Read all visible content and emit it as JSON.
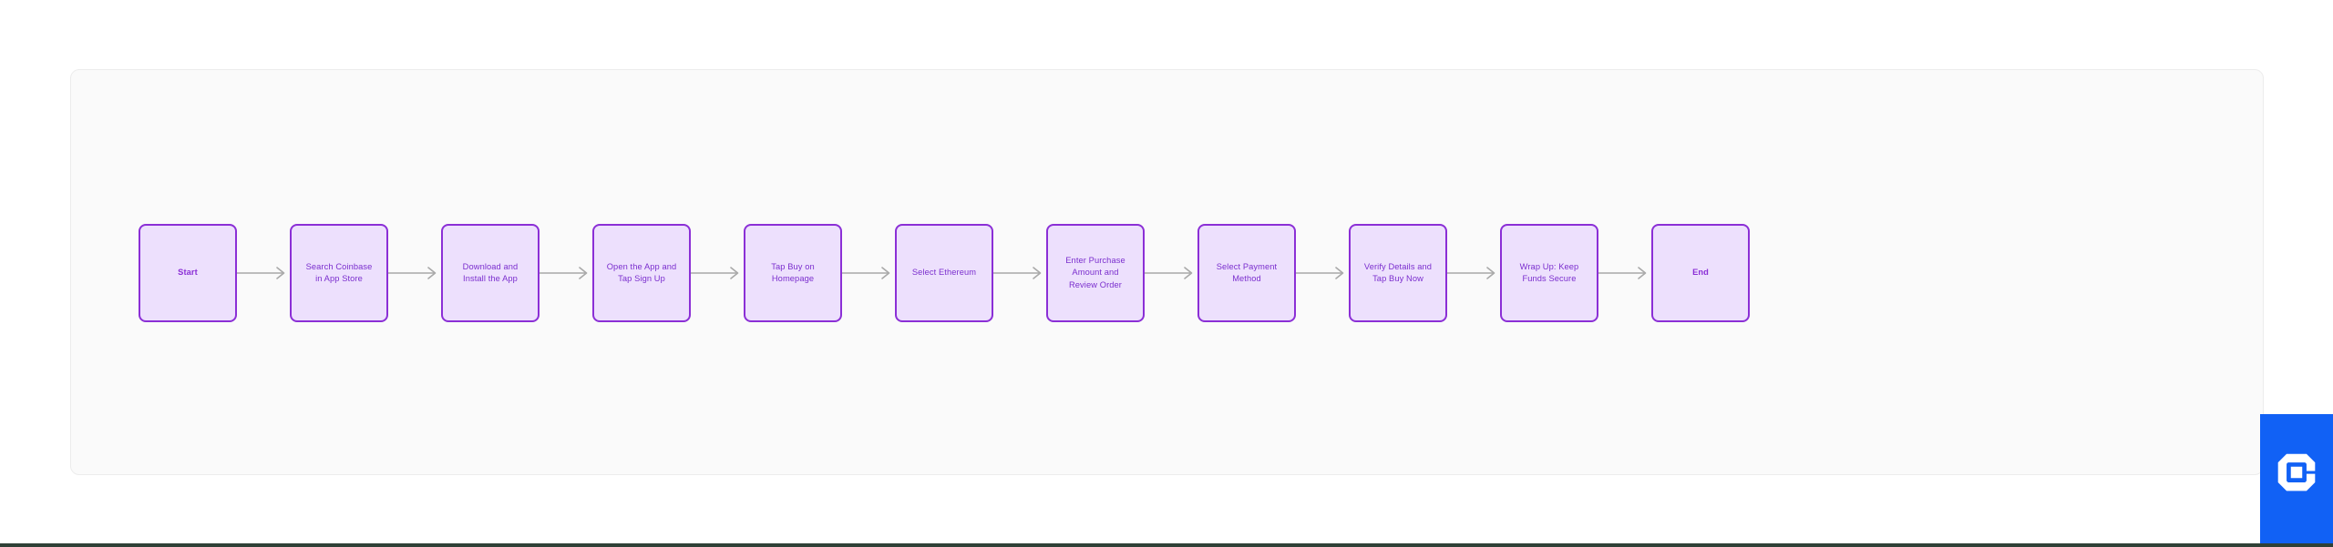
{
  "canvas": {
    "background_color": "#FFFFFF",
    "card_background_color": "#FAFAFA",
    "card_border_color": "#ECECEC",
    "bottom_rule_color": "#2F4036"
  },
  "theme": {
    "node_fill": "#EDE0FD",
    "node_border": "#8B2FD6",
    "node_text": "#7B2FCE",
    "arrow_color": "#A8A8A8",
    "logo_background": "#1161F5",
    "logo_mark_color": "#FFFFFF"
  },
  "diagram": {
    "type": "flowchart",
    "orientation": "left-to-right",
    "nodes": [
      {
        "id": "start",
        "label": "Start",
        "kind": "terminal"
      },
      {
        "id": "search",
        "label": "Search Coinbase\nin App Store",
        "kind": "step"
      },
      {
        "id": "download",
        "label": "Download and\nInstall the App",
        "kind": "step"
      },
      {
        "id": "signup",
        "label": "Open the App and\nTap Sign Up",
        "kind": "step"
      },
      {
        "id": "tap-buy",
        "label": "Tap Buy on\nHomepage",
        "kind": "step"
      },
      {
        "id": "select-eth",
        "label": "Select Ethereum",
        "kind": "step"
      },
      {
        "id": "enter-amount",
        "label": "Enter Purchase\nAmount and\nReview Order",
        "kind": "step"
      },
      {
        "id": "payment",
        "label": "Select Payment\nMethod",
        "kind": "step"
      },
      {
        "id": "verify",
        "label": "Verify Details and\nTap Buy Now",
        "kind": "step"
      },
      {
        "id": "wrap-up",
        "label": "Wrap Up: Keep\nFunds Secure",
        "kind": "step"
      },
      {
        "id": "end",
        "label": "End",
        "kind": "terminal"
      }
    ],
    "edges": [
      {
        "from": "start",
        "to": "search"
      },
      {
        "from": "search",
        "to": "download"
      },
      {
        "from": "download",
        "to": "signup"
      },
      {
        "from": "signup",
        "to": "tap-buy"
      },
      {
        "from": "tap-buy",
        "to": "select-eth"
      },
      {
        "from": "select-eth",
        "to": "enter-amount"
      },
      {
        "from": "enter-amount",
        "to": "payment"
      },
      {
        "from": "payment",
        "to": "verify"
      },
      {
        "from": "verify",
        "to": "wrap-up"
      },
      {
        "from": "wrap-up",
        "to": "end"
      }
    ]
  },
  "logo": {
    "icon": "bracket-square-logo-icon"
  }
}
